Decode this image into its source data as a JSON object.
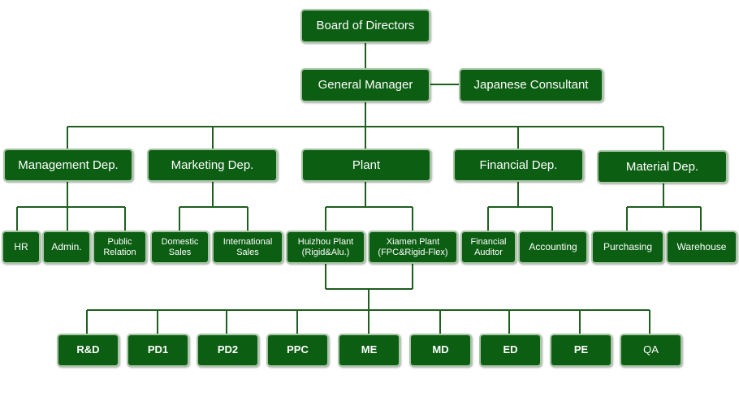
{
  "nodes": {
    "board": "Board of Directors",
    "gm": "General Manager",
    "consultant": "Japanese Consultant",
    "management": "Management Dep.",
    "marketing": "Marketing Dep.",
    "plant": "Plant",
    "financial": "Financial Dep.",
    "material": "Material Dep.",
    "hr": "HR",
    "admin": "Admin.",
    "public_relation": "Public\nRelation",
    "domestic_sales": "Domestic\nSales",
    "international_sales": "International\nSales",
    "huizhou_plant": "Huizhou Plant\n(Rigid&Alu.)",
    "xiamen_plant": "Xiamen Plant\n(FPC&Rigid-Flex)",
    "financial_auditor": "Financial\nAuditor",
    "accounting": "Accounting",
    "purchasing": "Purchasing",
    "warehouse": "Warehouse",
    "rd": "R&D",
    "pd1": "PD1",
    "pd2": "PD2",
    "ppc": "PPC",
    "me": "ME",
    "md": "MD",
    "ed": "ED",
    "pe": "PE",
    "qa": "QA"
  },
  "colors": {
    "box_fill": "#0c5e13",
    "box_border": "#a9c6a6",
    "connector": "#1e5e1e",
    "text": "#ffffff"
  }
}
